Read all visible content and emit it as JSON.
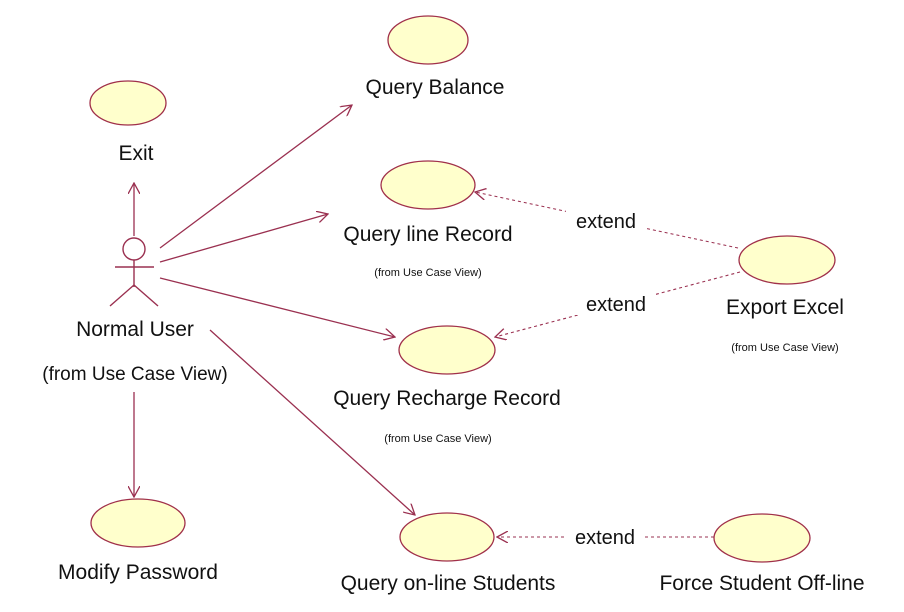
{
  "diagram": {
    "type": "uml-use-case",
    "colors": {
      "use_case_fill": "#ffffcc",
      "line": "#9a3050"
    },
    "actor": {
      "name": "Normal User",
      "note": "(from Use Case View)"
    },
    "use_cases": {
      "exit": {
        "name": "Exit"
      },
      "query_balance": {
        "name": "Query Balance"
      },
      "query_line_record": {
        "name": "Query line Record",
        "note": "(from Use Case View)"
      },
      "export_excel": {
        "name": "Export Excel",
        "note": "(from Use Case View)"
      },
      "query_recharge_record": {
        "name": "Query Recharge Record",
        "note": "(from Use Case View)"
      },
      "modify_password": {
        "name": "Modify Password"
      },
      "query_online_students": {
        "name": "Query on-line Students"
      },
      "force_student_offline": {
        "name": "Force Student Off-line"
      }
    },
    "relations": [
      {
        "from": "Normal User",
        "to": "Exit",
        "kind": "association"
      },
      {
        "from": "Normal User",
        "to": "Query Balance",
        "kind": "association"
      },
      {
        "from": "Normal User",
        "to": "Query line Record",
        "kind": "association"
      },
      {
        "from": "Normal User",
        "to": "Query Recharge Record",
        "kind": "association"
      },
      {
        "from": "Normal User",
        "to": "Query on-line Students",
        "kind": "association"
      },
      {
        "from": "Normal User",
        "to": "Modify Password",
        "kind": "association"
      },
      {
        "from": "Export Excel",
        "to": "Query line Record",
        "kind": "extend",
        "label": "extend"
      },
      {
        "from": "Export Excel",
        "to": "Query Recharge Record",
        "kind": "extend",
        "label": "extend"
      },
      {
        "from": "Force Student Off-line",
        "to": "Query on-line Students",
        "kind": "extend",
        "label": "extend"
      }
    ]
  }
}
